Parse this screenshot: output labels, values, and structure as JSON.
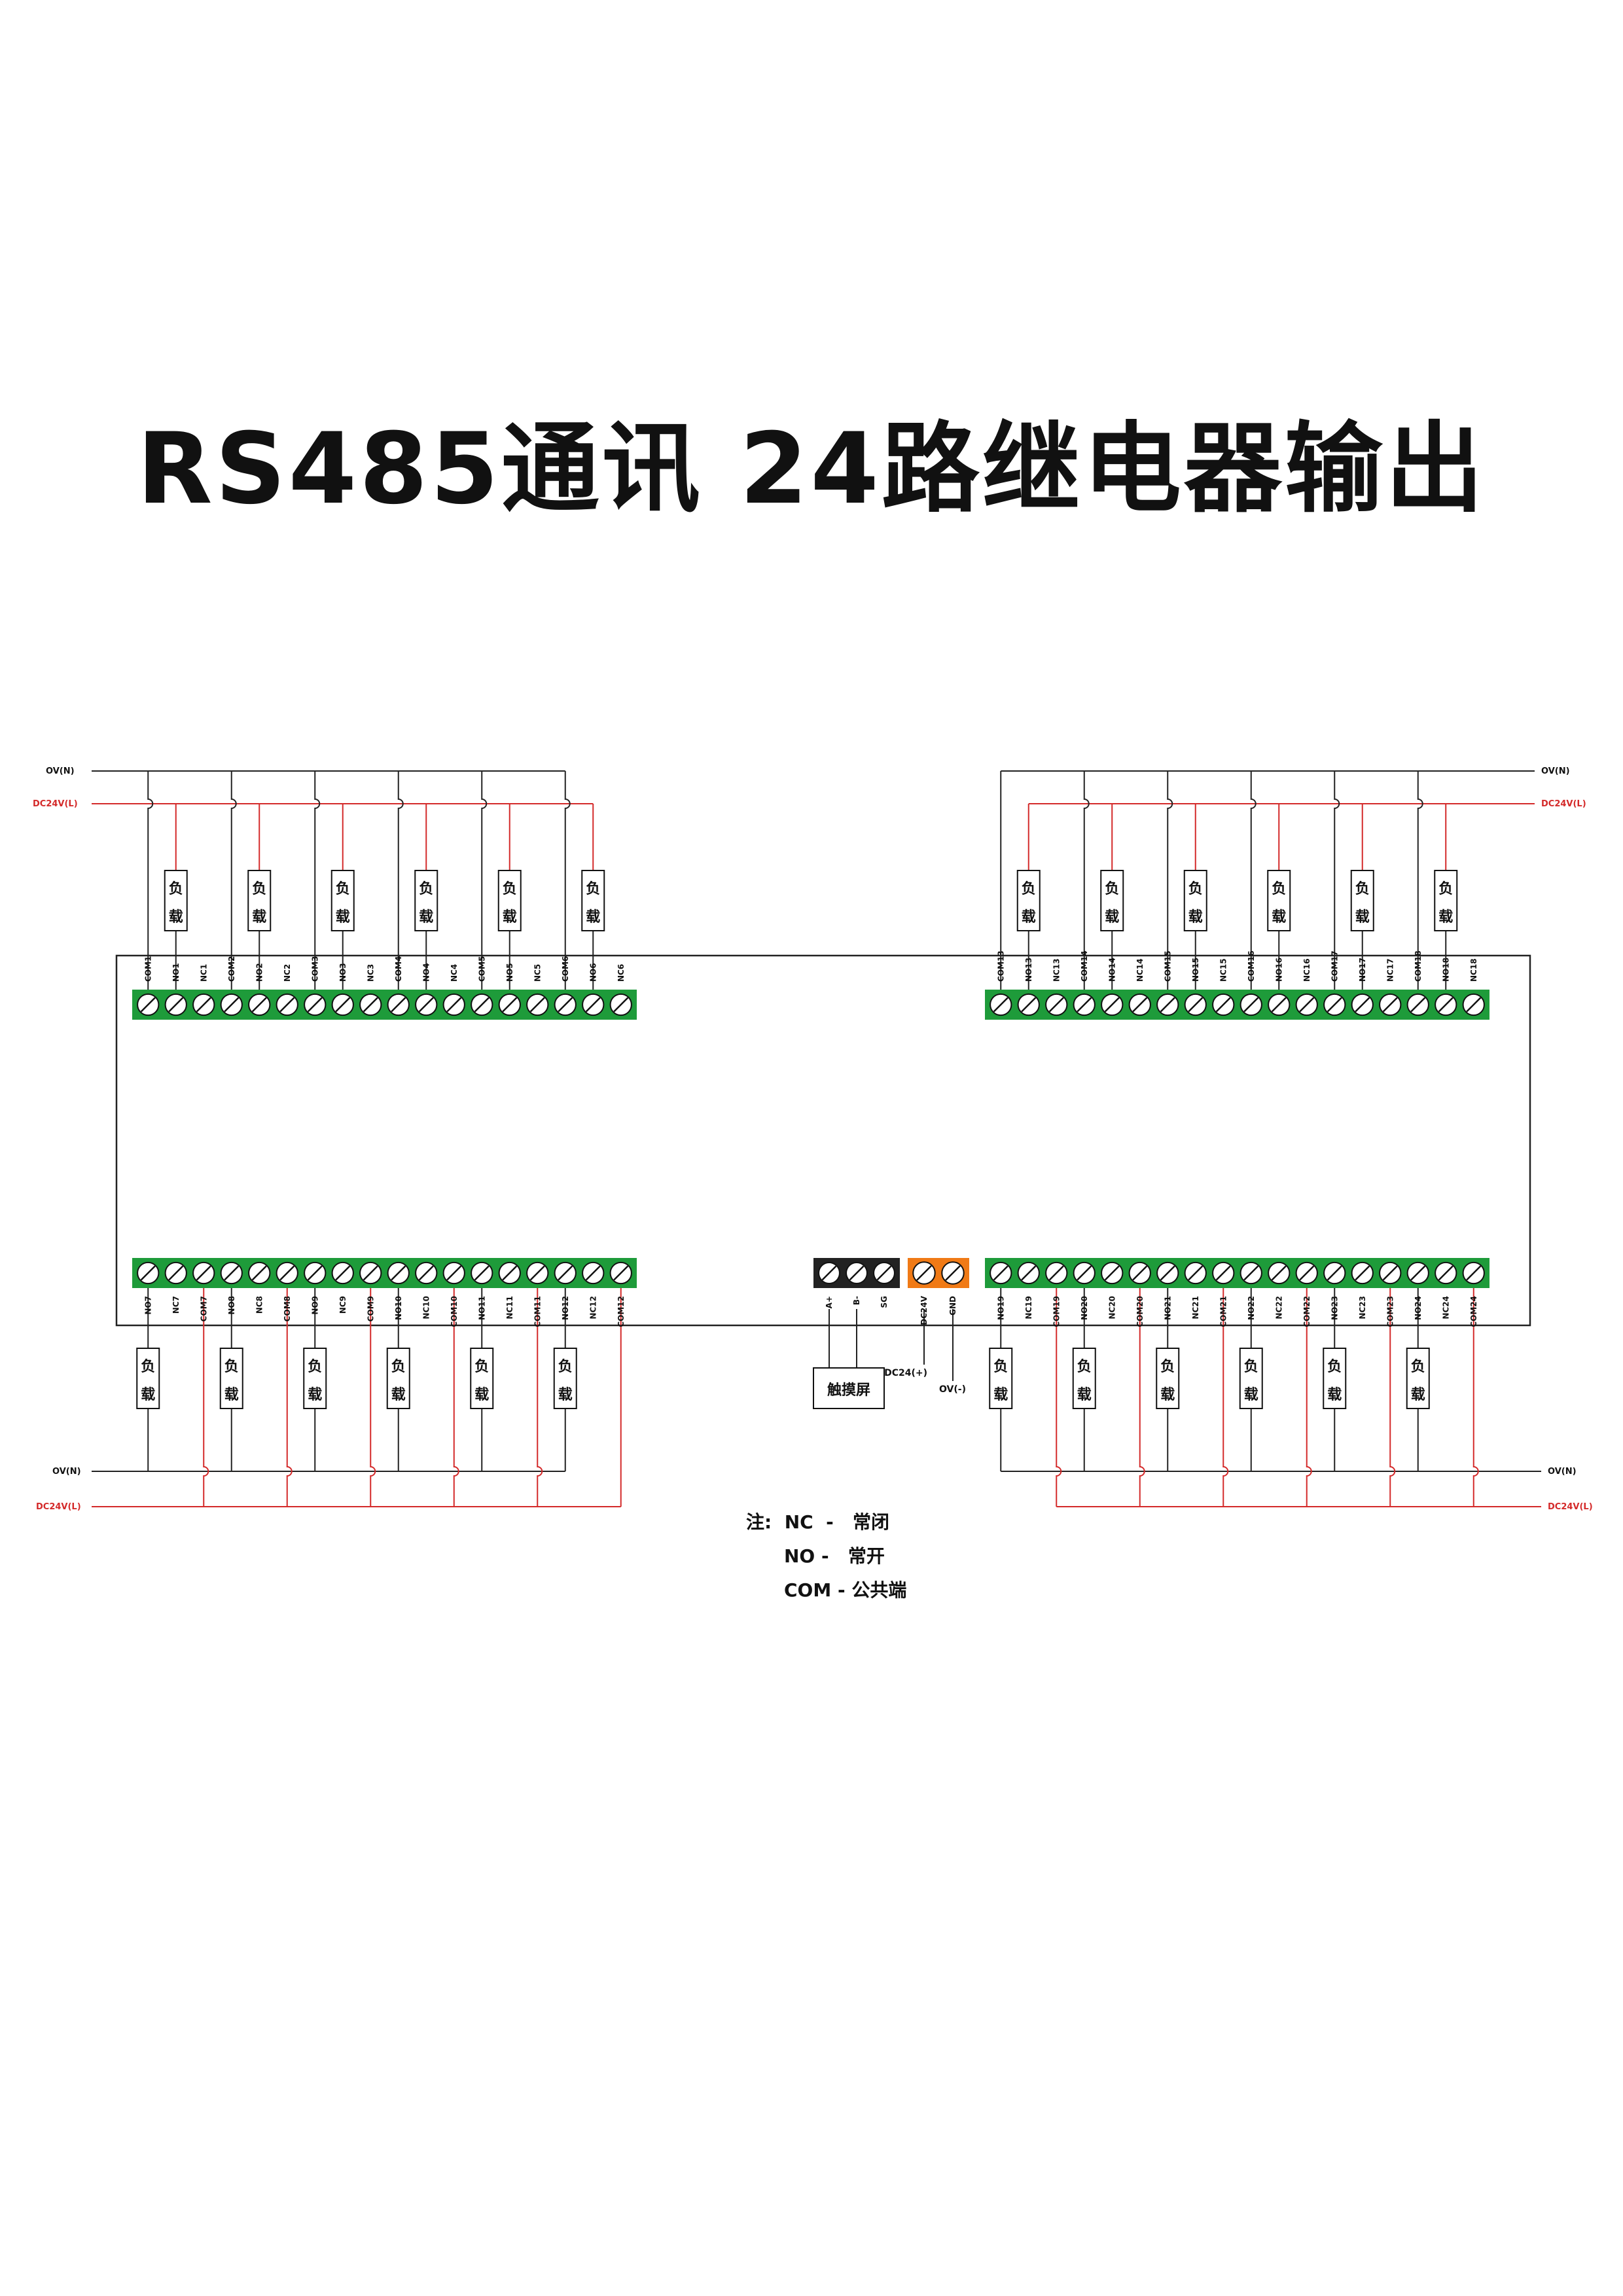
{
  "title": "RS485通讯 24路继电器输出",
  "colors": {
    "wire_dc": "#d42a2a",
    "wire_gnd": "#222222",
    "terminal_green": "#1e9b3a",
    "terminal_orange": "#f07a16",
    "terminal_black": "#222222"
  },
  "rails": {
    "ov": "OV(N)",
    "dc": "DC24V(L)"
  },
  "load": {
    "char1": "负",
    "char2": "载"
  },
  "top_left_terminals": [
    "COM1",
    "NO1",
    "NC1",
    "COM2",
    "NO2",
    "NC2",
    "COM3",
    "NO3",
    "NC3",
    "COM4",
    "NO4",
    "NC4",
    "COM5",
    "NO5",
    "NC5",
    "COM6",
    "NO6",
    "NC6"
  ],
  "top_right_terminals": [
    "COM13",
    "NO13",
    "NC13",
    "COM14",
    "NO14",
    "NC14",
    "COM15",
    "NO15",
    "NC15",
    "COM16",
    "NO16",
    "NC16",
    "COM17",
    "NO17",
    "NC17",
    "COM18",
    "NO18",
    "NC18"
  ],
  "bottom_left_terminals": [
    "NO7",
    "NC7",
    "COM7",
    "NO8",
    "NC8",
    "COM8",
    "NO9",
    "NC9",
    "COM9",
    "NO10",
    "NC10",
    "COM10",
    "NO11",
    "NC11",
    "COM11",
    "NO12",
    "NC12",
    "COM12"
  ],
  "bottom_right_terminals": [
    "NO19",
    "NC19",
    "COM19",
    "NO20",
    "NC20",
    "COM20",
    "NO21",
    "NC21",
    "COM21",
    "NO22",
    "NC22",
    "COM22",
    "NO23",
    "NC23",
    "COM23",
    "NO24",
    "NC24",
    "COM24"
  ],
  "rs485_terminals": [
    "A+",
    "B-",
    "SG"
  ],
  "power_terminals": [
    "DC24V",
    "GND"
  ],
  "touchscreen": "触摸屏",
  "power_labels": {
    "dc": "DC24(+)",
    "ov": "OV(-)"
  },
  "notes": [
    {
      "abbr": "注:  NC  -",
      "desc": "常闭"
    },
    {
      "abbr": "NO -",
      "desc": "常开"
    },
    {
      "abbr": "COM -",
      "desc": "公共端"
    }
  ]
}
